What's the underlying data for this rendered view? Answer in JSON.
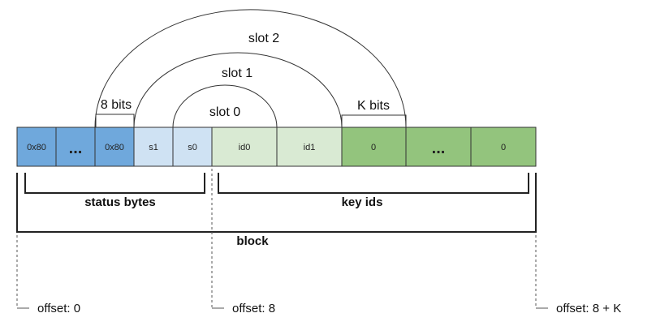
{
  "cells": [
    {
      "label": "0x80",
      "kind": "dark-blue"
    },
    {
      "label": "...",
      "kind": "dark-blue-dots"
    },
    {
      "label": "0x80",
      "kind": "dark-blue"
    },
    {
      "label": "s1",
      "kind": "light-blue"
    },
    {
      "label": "s0",
      "kind": "light-blue"
    },
    {
      "label": "id0",
      "kind": "pale-green"
    },
    {
      "label": "id1",
      "kind": "pale-green"
    },
    {
      "label": "0",
      "kind": "green"
    },
    {
      "label": "...",
      "kind": "green-dots"
    },
    {
      "label": "0",
      "kind": "green"
    }
  ],
  "colors": {
    "dark_blue": "#6fa8dc",
    "light_blue": "#cfe2f3",
    "pale_green": "#d9ead3",
    "green": "#93c47d",
    "stroke": "#333333"
  },
  "arcs": {
    "slot0": "slot 0",
    "slot1": "slot 1",
    "slot2": "slot 2"
  },
  "width_labels": {
    "bits8": "8 bits",
    "kbits": "K bits"
  },
  "braces": {
    "status": "status bytes",
    "keyids": "key ids",
    "block": "block"
  },
  "offsets": {
    "start": "offset: 0",
    "mid": "offset: 8",
    "end": "offset: 8 + K"
  }
}
